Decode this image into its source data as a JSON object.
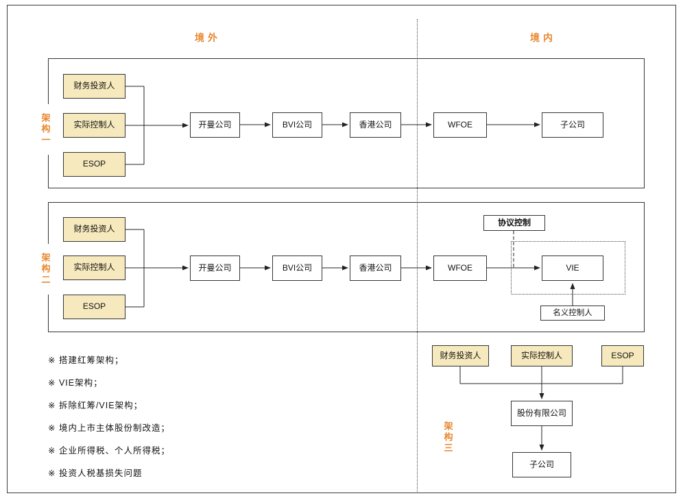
{
  "page": {
    "offshore_label": "境外",
    "onshore_label": "境内"
  },
  "colors": {
    "accent_orange": "#E8872E",
    "node_yellow_fill": "#F6E9BD",
    "line_color": "#222222"
  },
  "s1": {
    "label": "架构一",
    "investors": [
      "财务投资人",
      "实际控制人",
      "ESOP"
    ],
    "chain": [
      "开曼公司",
      "BVI公司",
      "香港公司",
      "WFOE",
      "子公司"
    ]
  },
  "s2": {
    "label": "架构二",
    "investors": [
      "财务投资人",
      "实际控制人",
      "ESOP"
    ],
    "chain": [
      "开曼公司",
      "BVI公司",
      "香港公司",
      "WFOE"
    ],
    "control_label": "协议控制",
    "vie_label": "VIE",
    "nominee_label": "名义控制人"
  },
  "s3": {
    "label": "架构三",
    "parents": [
      "财务投资人",
      "实际控制人",
      "ESOP"
    ],
    "company_label": "股份有限公司",
    "subsidiary_label": "子公司"
  },
  "notes": [
    "※ 搭建红筹架构；",
    "※ VIE架构；",
    "※ 拆除红筹/VIE架构；",
    "※ 境内上市主体股份制改造；",
    "※ 企业所得税、个人所得税；",
    "※ 投资人税基损失问题"
  ]
}
